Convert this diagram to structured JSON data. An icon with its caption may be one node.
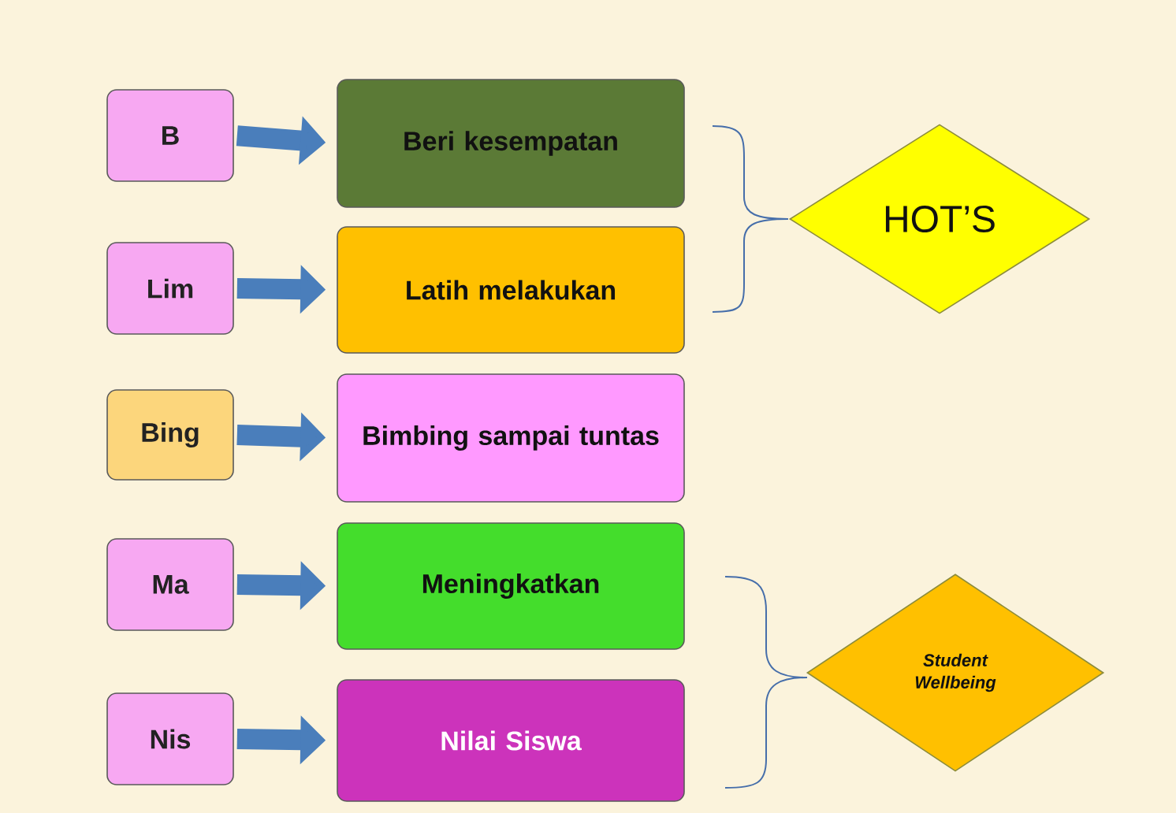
{
  "diagram": {
    "nodes": [
      {
        "text": [
          "B"
        ]
      },
      {
        "text": [
          "Beri kesempatan"
        ]
      },
      {
        "text": [
          "Lim"
        ]
      },
      {
        "text": [
          "Latih melakukan"
        ]
      },
      {
        "text": [
          "Bing"
        ]
      },
      {
        "text": [
          "Bimbing sampai tuntas"
        ]
      },
      {
        "text": [
          "Ma"
        ]
      },
      {
        "text": [
          "Meningkatkan"
        ]
      },
      {
        "text": [
          "Nis"
        ]
      },
      {
        "text": [
          "Nilai Siswa"
        ]
      },
      {
        "text": [
          "HOT’S"
        ]
      },
      {
        "text": [
          "Student Wellbeing"
        ]
      }
    ],
    "edges": [
      {
        "from": 0,
        "to": 1,
        "arrow": "to"
      },
      {
        "from": 2,
        "to": 3,
        "arrow": "to"
      },
      {
        "from": 4,
        "to": 5,
        "arrow": "to"
      },
      {
        "from": 6,
        "to": 7,
        "arrow": "to"
      },
      {
        "from": 8,
        "to": 9,
        "arrow": "to"
      }
    ]
  }
}
